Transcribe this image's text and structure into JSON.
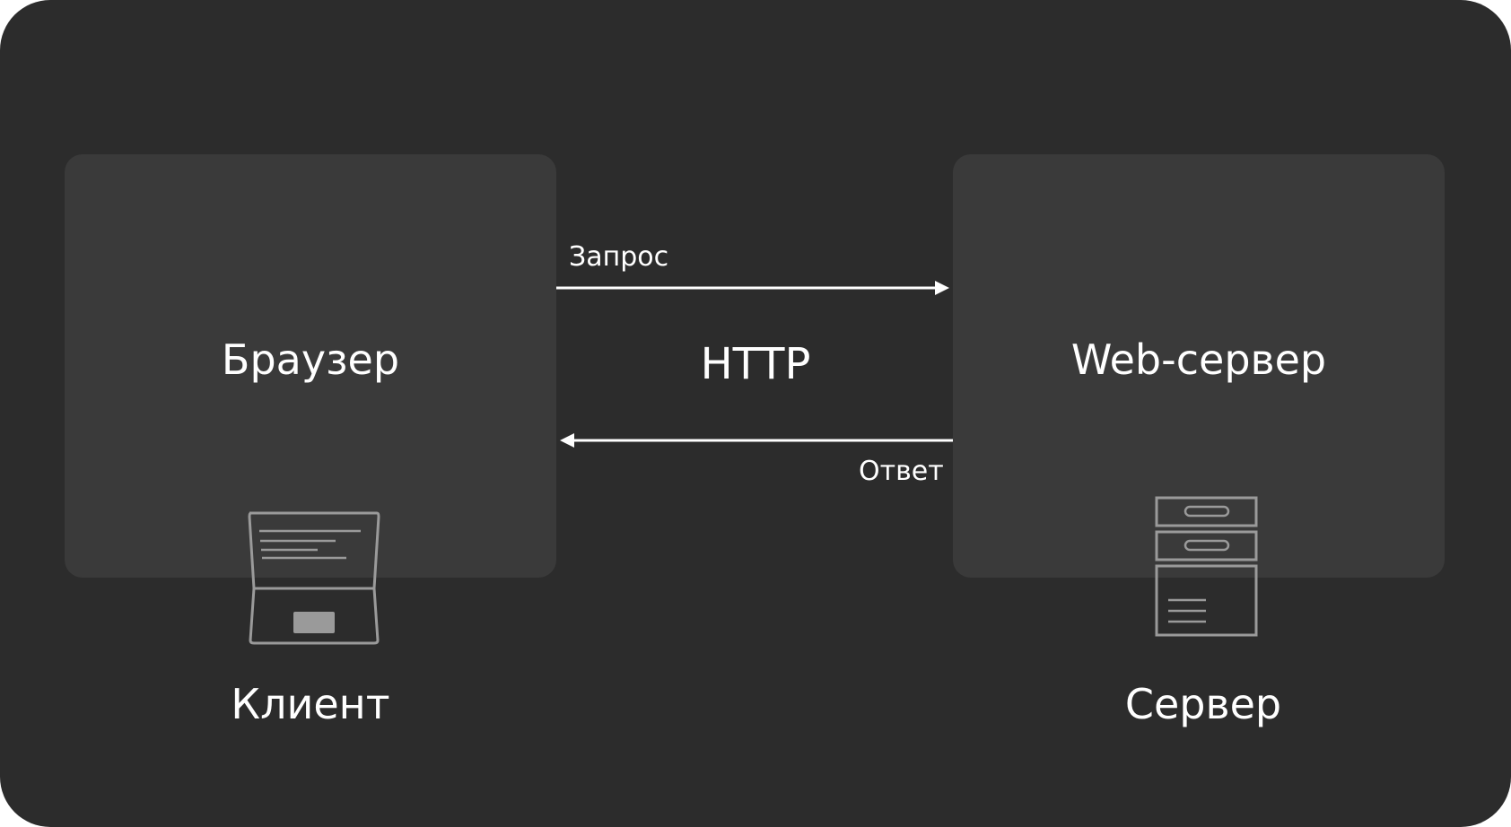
{
  "diagram": {
    "left_box": {
      "title": "Браузер"
    },
    "right_box": {
      "title": "Web-сервер"
    },
    "protocol": "HTTP",
    "request_label": "Запрос",
    "response_label": "Ответ",
    "client_label": "Клиент",
    "server_label": "Сервер",
    "icons": {
      "client": "laptop-icon",
      "server": "server-rack-icon"
    },
    "colors": {
      "background": "#2c2c2c",
      "box": "#3a3a3a",
      "text": "#ffffff",
      "icon_stroke": "#9a9a9a"
    }
  }
}
